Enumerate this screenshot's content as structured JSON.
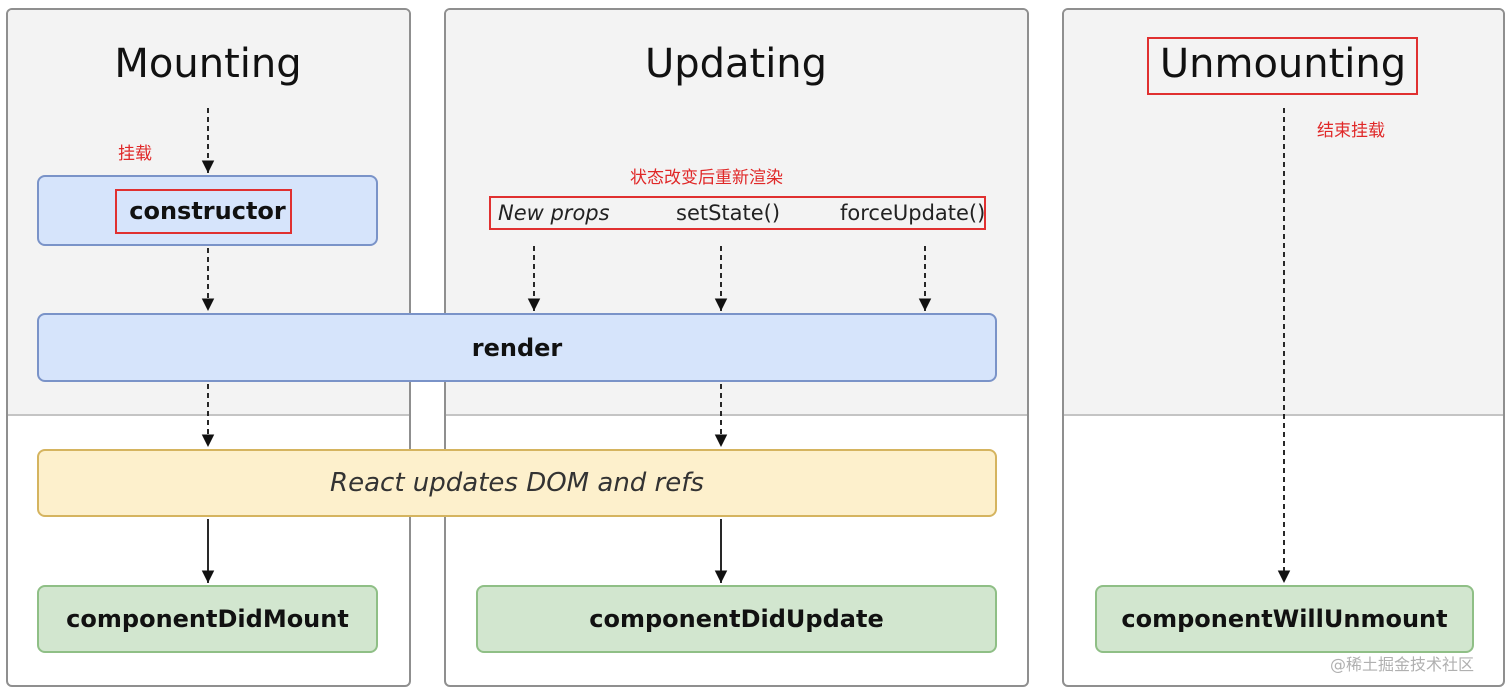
{
  "phases": {
    "mounting": {
      "title": "Mounting",
      "note": "挂载"
    },
    "updating": {
      "title": "Updating",
      "note": "状态改变后重新渲染"
    },
    "unmounting": {
      "title": "Unmounting",
      "note": "结束挂载"
    }
  },
  "triggers": {
    "new_props": "New props",
    "set_state": "setState()",
    "force_update": "forceUpdate()"
  },
  "nodes": {
    "constructor": "constructor",
    "render": "render",
    "react_updates": "React updates DOM and refs",
    "component_did_mount": "componentDidMount",
    "component_did_update": "componentDidUpdate",
    "component_will_unmount": "componentWillUnmount"
  },
  "watermark": "@稀土掘金技术社区",
  "colors": {
    "highlight_red": "#e03030",
    "node_blue": "#d6e4fb",
    "node_yellow": "#fdf0cc",
    "node_green": "#d2e6cf"
  }
}
